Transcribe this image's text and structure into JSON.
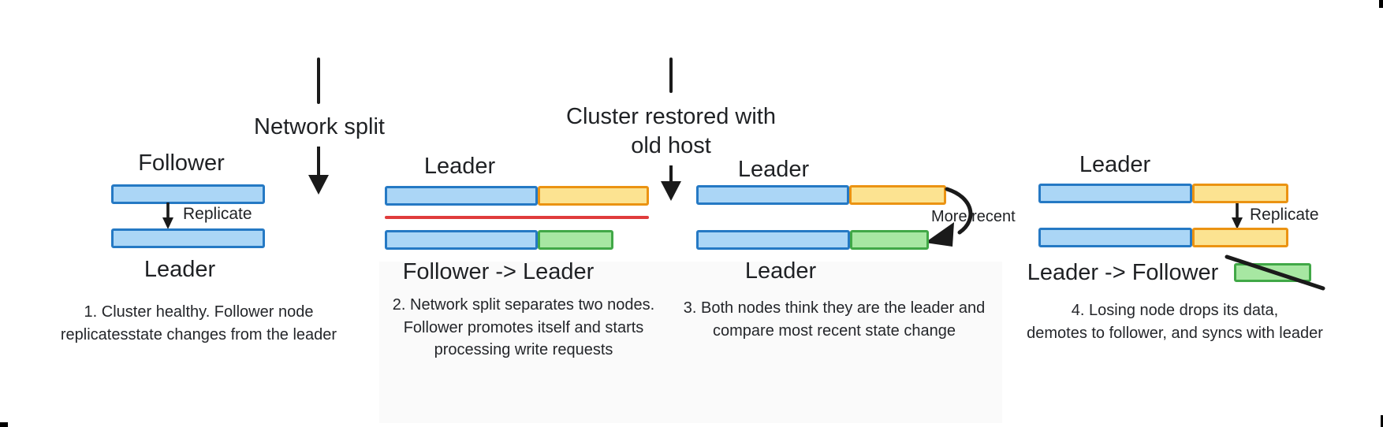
{
  "diagram_title": "Leader-follower network split and recovery sequence",
  "colors": {
    "background": "#ffffff",
    "text": "#1f2124",
    "line_black": "#1a1a1a",
    "blue_fill": "#abd6f6",
    "blue_border": "#2579c4",
    "yellow_fill": "#fce391",
    "yellow_border": "#eb9312",
    "green_fill": "#a7e7a2",
    "green_border": "#41a847",
    "red_divider": "#e03c3c"
  },
  "icons": {
    "down_arrow": "down-arrow",
    "curved_arrow": "curved-arrow",
    "strike_line": "diagonal-strike-line"
  },
  "annotations": {
    "network_split": {
      "label": "Network split"
    },
    "cluster_restored": {
      "line1": "Cluster restored with",
      "line2": "old host"
    },
    "more_recent": {
      "label": "More recent"
    }
  },
  "panels": [
    {
      "id": "1",
      "top_label": "Follower",
      "bottom_label": "Leader",
      "arrow_label": "Replicate",
      "top_bar_segments": [
        "blue"
      ],
      "bottom_bar_segments": [
        "blue"
      ],
      "caption": [
        "1. Cluster healthy. Follower node",
        "replicatesstate changes from the leader"
      ]
    },
    {
      "id": "2",
      "top_label": "Leader",
      "bottom_label": "Follower -> Leader",
      "divider": "red-line",
      "top_bar_segments": [
        "blue",
        "yellow"
      ],
      "bottom_bar_segments": [
        "blue",
        "green"
      ],
      "caption": [
        "2. Network split separates two nodes.",
        "Follower promotes itself and starts",
        "processing write requests"
      ]
    },
    {
      "id": "3",
      "top_label": "Leader",
      "bottom_label": "Leader",
      "annotation": "More recent",
      "top_bar_segments": [
        "blue",
        "yellow"
      ],
      "bottom_bar_segments": [
        "blue",
        "green"
      ],
      "caption": [
        "3. Both nodes think they are the leader and",
        "compare most recent state change"
      ]
    },
    {
      "id": "4",
      "top_label": "Leader",
      "bottom_label": "Leader -> Follower",
      "arrow_label": "Replicate",
      "dropped_segment": "green-crossed-out",
      "top_bar_segments": [
        "blue",
        "yellow"
      ],
      "bottom_bar_segments": [
        "blue",
        "yellow"
      ],
      "caption": [
        "4. Losing node drops its data,",
        "demotes to follower, and syncs with leader"
      ]
    }
  ]
}
